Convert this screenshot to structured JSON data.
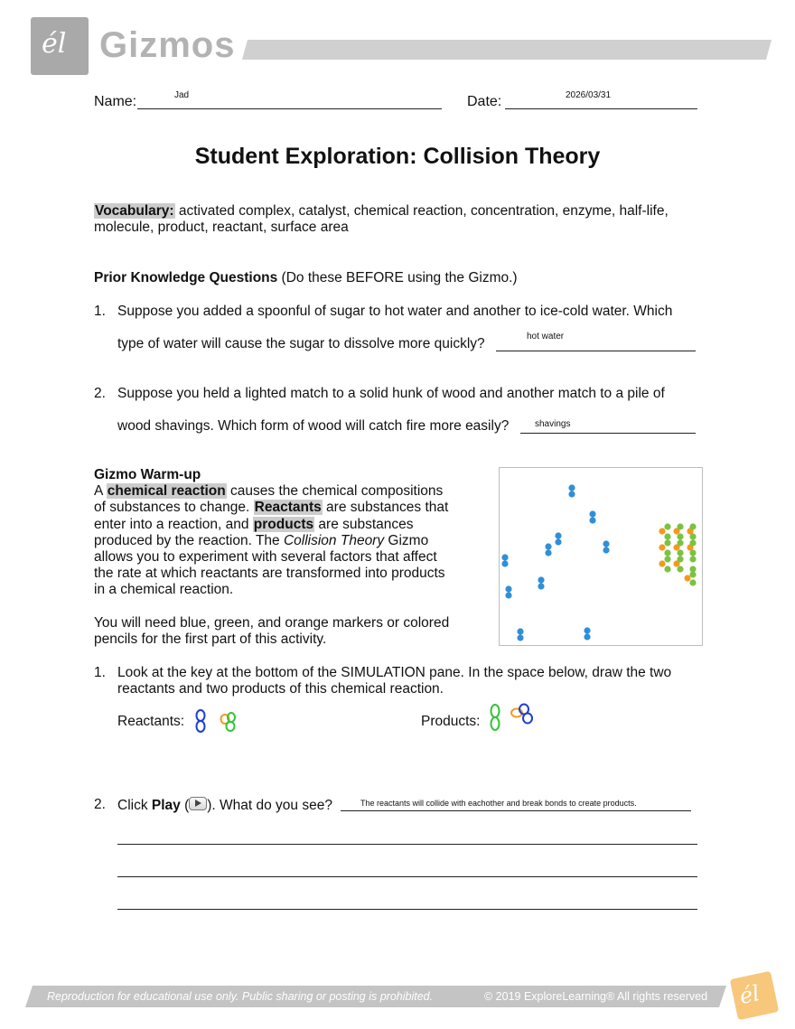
{
  "header": {
    "brand": "Gizmos",
    "logo_glyph": "él"
  },
  "student": {
    "name_label": "Name:",
    "name_value": "Jad",
    "date_label": "Date:",
    "date_value": "2026/03/31"
  },
  "title": "Student Exploration: Collision Theory",
  "vocabulary": {
    "label": "Vocabulary:",
    "line1": " activated complex, catalyst, chemical reaction, concentration, enzyme, half-life,",
    "line2": "molecule, product, reactant, surface area"
  },
  "prior": {
    "heading": "Prior Knowledge Questions",
    "heading_note": " (Do these BEFORE using the Gizmo.)",
    "q1_num": "1.",
    "q1_line1": "Suppose you added a spoonful of sugar to hot water and another to ice-cold water. Which",
    "q1_line2": "type of water will cause the sugar to dissolve more quickly?",
    "q1_answer": "hot water",
    "q2_num": "2.",
    "q2_line1": "Suppose you held a lighted match to a solid hunk of wood and another match to a pile of",
    "q2_line2": "wood shavings. Which form of wood will catch fire more easily?",
    "q2_answer": "shavings"
  },
  "warmup": {
    "heading": "Gizmo Warm-up",
    "p1": {
      "a": "A ",
      "term1": "chemical reaction",
      "b": " causes the chemical compositions",
      "c": "of substances to change. ",
      "term2": "Reactants",
      "d": " are substances that",
      "e": "enter into a reaction, and ",
      "term3": "products",
      "f": " are substances",
      "g": "produced by the reaction. The ",
      "gizmo": "Collision Theory",
      "h": " Gizmo",
      "i": "allows you to experiment with several factors that affect",
      "j": "the rate at which reactants are transformed into products",
      "k": "in a chemical reaction."
    },
    "p2_line1": "You will need blue, green, and orange markers or colored",
    "p2_line2": "pencils for the first part of this activity.",
    "q1_num": "1.",
    "q1_line1": "Look at the key at the bottom of the SIMULATION pane. In the space below, draw the two",
    "q1_line2": "reactants and two products of this chemical reaction.",
    "reactants_label": "Reactants:",
    "products_label": "Products:",
    "q2_num": "2.",
    "q2_a": "Click ",
    "q2_play": "Play",
    "q2_b": " (",
    "q2_c": "). What do you see?",
    "q2_answer": "The reactants will collide with eachother and break bonds to create products."
  },
  "colors": {
    "blue_molecule": "#2f8fd8",
    "green_atom": "#7cc242",
    "orange_atom": "#f39a1e",
    "highlight": "#cccccc"
  },
  "footer": {
    "notice": "Reproduction for educational use only. Public sharing or posting is prohibited.",
    "copyright": "© 2019 ExploreLearning® All rights reserved",
    "logo_glyph": "él"
  }
}
